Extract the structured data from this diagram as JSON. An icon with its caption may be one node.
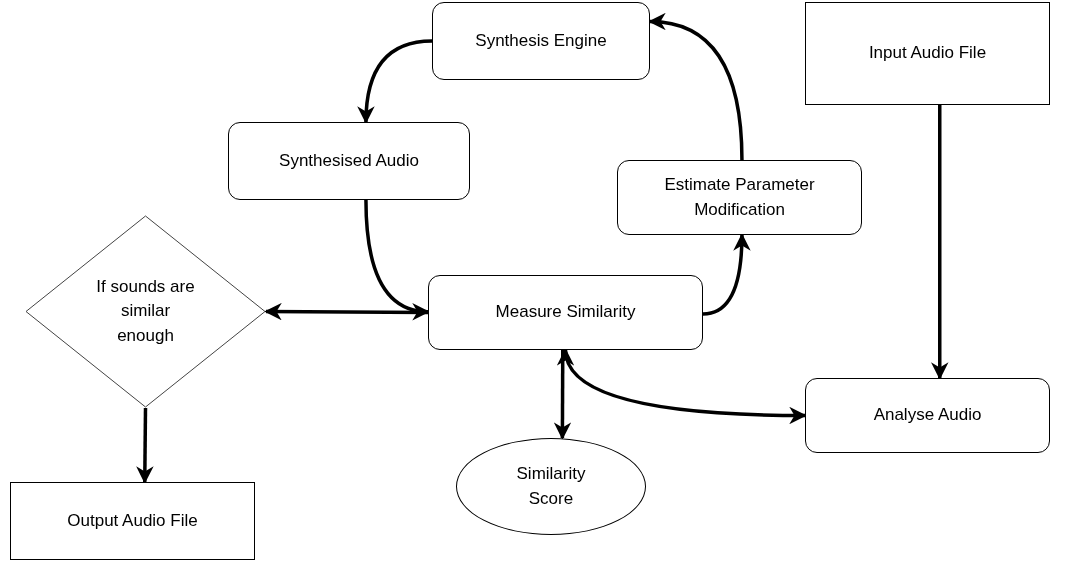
{
  "diagram": {
    "nodes": [
      {
        "text": [
          "Synthesis Engine"
        ]
      },
      {
        "text": [
          "Input Audio File"
        ]
      },
      {
        "text": [
          "Synthesised Audio"
        ]
      },
      {
        "text": [
          "Estimate Parameter Modification"
        ]
      },
      {
        "text": [
          "If sounds are similar enough"
        ]
      },
      {
        "text": [
          "Measure Similarity"
        ]
      },
      {
        "text": [
          "Analyse Audio"
        ]
      },
      {
        "text": [
          "Similarity Score"
        ]
      },
      {
        "text": [
          "Output Audio File"
        ]
      }
    ],
    "edges": [
      {
        "from": 0,
        "to": 2,
        "arrow": "to"
      },
      {
        "from": 2,
        "to": 5,
        "arrow": "to"
      },
      {
        "from": 5,
        "to": 4,
        "arrow": "to"
      },
      {
        "from": 5,
        "to": 3,
        "arrow": "to"
      },
      {
        "from": 3,
        "to": 0,
        "arrow": "to"
      },
      {
        "from": 1,
        "to": 6,
        "arrow": "to"
      },
      {
        "from": 5,
        "to": 6,
        "arrow": "both"
      },
      {
        "from": 5,
        "to": 7,
        "arrow": "to"
      },
      {
        "from": 4,
        "to": 8,
        "arrow": "to"
      }
    ]
  }
}
